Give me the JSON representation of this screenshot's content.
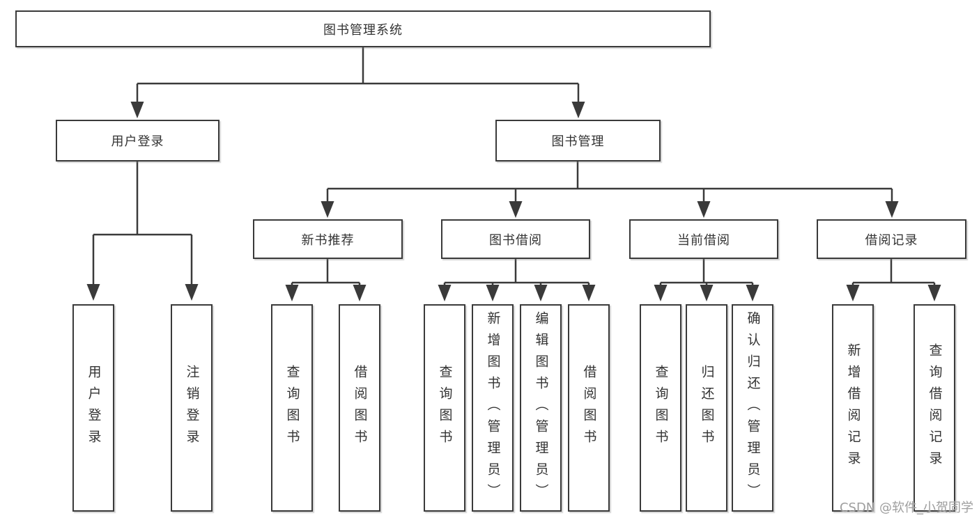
{
  "diagram_type": "hierarchy-chart",
  "colors": {
    "line": "#3a3a3a",
    "border": "#3a3a3a",
    "text": "#333333",
    "watermark": "#9e9e9e",
    "background": "#ffffff"
  },
  "watermark": "CSDN @软件_小贺同学",
  "tree": {
    "label": "图书管理系统",
    "children": [
      {
        "label": "用户登录",
        "children": [
          {
            "label": "用户登录"
          },
          {
            "label": "注销登录"
          }
        ]
      },
      {
        "label": "图书管理",
        "children": [
          {
            "label": "新书推荐",
            "children": [
              {
                "label": "查询图书"
              },
              {
                "label": "借阅图书"
              }
            ]
          },
          {
            "label": "图书借阅",
            "children": [
              {
                "label": "查询图书"
              },
              {
                "label": "新增图书（管理员）"
              },
              {
                "label": "编辑图书（管理员）"
              },
              {
                "label": "借阅图书"
              }
            ]
          },
          {
            "label": "当前借阅",
            "children": [
              {
                "label": "查询图书"
              },
              {
                "label": "归还图书"
              },
              {
                "label": "确认归还（管理员）"
              }
            ]
          },
          {
            "label": "借阅记录",
            "children": [
              {
                "label": "新增借阅记录"
              },
              {
                "label": "查询借阅记录"
              }
            ]
          }
        ]
      }
    ]
  }
}
